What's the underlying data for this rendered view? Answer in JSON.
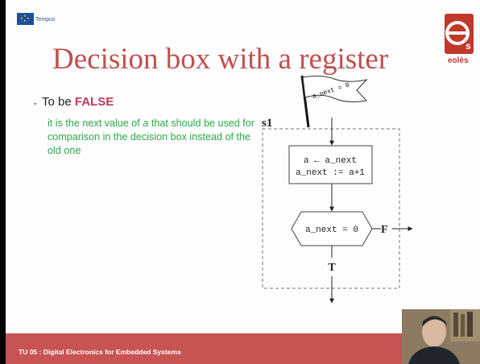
{
  "header": {
    "eu_label": "Tempus",
    "title": "Decision box with a register",
    "logo_text": "eolès"
  },
  "bullet": {
    "prefix": "To be ",
    "emphasis": "FALSE",
    "explanation": {
      "part1": "it is the next value of ",
      "variable": "a",
      "part2": " that should be used for comparison in the decision box instead of the old one"
    }
  },
  "diagram": {
    "flag_label": "a_next = 0",
    "state_label": "s1",
    "action_line1": "a ← a_next",
    "action_line2": "a_next := a+1",
    "decision_label": "a_next = 0",
    "false_label": "F",
    "true_label": "T"
  },
  "footer": {
    "text": "TU 05 : Digital Electronics for Embedded Systems"
  },
  "colors": {
    "title": "#c0504d",
    "emphasis": "#c0395a",
    "explanation": "#2ea84a",
    "footer": "#c75452"
  }
}
